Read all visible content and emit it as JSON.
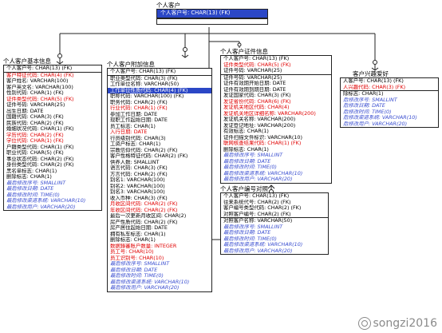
{
  "watermark": "songzi2016",
  "entities": {
    "main": {
      "title": "个人客户",
      "pk": "个人客户号: CHAR(13) (FK)"
    },
    "basic": {
      "title": "个人客户基本信息",
      "pk": "个人客户号: CHAR(13) (FK)",
      "rows": [
        {
          "t": "客户特征代码: CHAR(4) (FK)",
          "k": "fk"
        },
        {
          "t": "客户姓名: VARCHAR(100)",
          "k": ""
        },
        {
          "t": "客户英文名: VARCHAR(100)",
          "k": ""
        },
        {
          "t": "性别代码: CHAR(1) (FK)",
          "k": ""
        },
        {
          "t": "证件类型代码: CHAR(5) (FK)",
          "k": "fk"
        },
        {
          "t": "证件号码: VARCHAR(25)",
          "k": ""
        },
        {
          "t": "出生日期: DATE",
          "k": ""
        },
        {
          "t": "国籍代码: CHAR(3) (FK)",
          "k": ""
        },
        {
          "t": "民族代码: CHAR(2) (FK)",
          "k": ""
        },
        {
          "t": "婚姻状况代码: CHAR(1) (FK)",
          "k": ""
        },
        {
          "t": "学历代码: CHAR(2) (FK)",
          "k": "fk"
        },
        {
          "t": "学位代码: CHAR(1) (FK)",
          "k": "fk"
        },
        {
          "t": "户籍类型代码: CHAR(1) (FK)",
          "k": ""
        },
        {
          "t": "职业代码: CHAR(5) (FK)",
          "k": ""
        },
        {
          "t": "事业状态代码: CHAR(2) (FK)",
          "k": ""
        },
        {
          "t": "身份类型代码: CHAR(2) (FK)",
          "k": ""
        },
        {
          "t": "黑名单标志: CHAR(1)",
          "k": ""
        },
        {
          "t": "删除标志: CHAR(1)",
          "k": ""
        },
        {
          "t": "最后修改序号: SMALLINT",
          "k": "audit"
        },
        {
          "t": "最后修改日期: DATE",
          "k": "audit"
        },
        {
          "t": "最后修改时间: TIME(0)",
          "k": "audit"
        },
        {
          "t": "最后修改渠道系统: VARCHAR(10)",
          "k": "audit"
        },
        {
          "t": "最后修改用户: VARCHAR(20)",
          "k": "audit"
        }
      ]
    },
    "extra": {
      "title": "个人客户附加信息",
      "pk": "个人客户号: CHAR(13) (FK)",
      "rows": [
        {
          "t": "职业类型代码: CHAR(3) (FK)",
          "k": ""
        },
        {
          "t": "工作单位名称: VARCHAR(50)",
          "k": ""
        },
        {
          "t": "工作单位性质代码: CHAR(4) (FK)",
          "k": "hl"
        },
        {
          "t": "职称代码: VARCHAR(100) (FK)",
          "k": ""
        },
        {
          "t": "职务代码: CHAR(2) (FK)",
          "k": ""
        },
        {
          "t": "行业代码: CHAR(1) (FK)",
          "k": "fk"
        },
        {
          "t": "参加工作日期: DATE",
          "k": ""
        },
        {
          "t": "现职工作起始日期: DATE",
          "k": ""
        },
        {
          "t": "员工标志: CHAR(1)",
          "k": ""
        },
        {
          "t": "入行日期: DATE",
          "k": "fk"
        },
        {
          "t": "行员级别代码: CHAR(3)",
          "k": ""
        },
        {
          "t": "工资户标志: CHAR(1)",
          "k": ""
        },
        {
          "t": "宗教信仰代码: CHAR(2) (FK)",
          "k": ""
        },
        {
          "t": "客户性格特征代码: CHAR(2) (FK)",
          "k": ""
        },
        {
          "t": "供养人数: SMALLINT",
          "k": ""
        },
        {
          "t": "语言代码: CHAR(3) (FK)",
          "k": ""
        },
        {
          "t": "方言代码: CHAR(2) (FK)",
          "k": ""
        },
        {
          "t": "别名1: VARCHAR(100)",
          "k": ""
        },
        {
          "t": "别名2: VARCHAR(100)",
          "k": ""
        },
        {
          "t": "别名3: VARCHAR(100)",
          "k": ""
        },
        {
          "t": "收入币种: CHAR(3) (FK)",
          "k": ""
        },
        {
          "t": "月收区间代码: CHAR(2) (FK)",
          "k": "fk"
        },
        {
          "t": "年收区间代码: CHAR(2) (FK)",
          "k": "fk"
        },
        {
          "t": "最后一次更新月收区间: CHAR(2)",
          "k": ""
        },
        {
          "t": "房产性质代码: CHAR(2) (FK)",
          "k": ""
        },
        {
          "t": "房产居住起始日期: DATE",
          "k": ""
        },
        {
          "t": "拥有私车标志: CHAR(1)",
          "k": ""
        },
        {
          "t": "删除标志: CHAR(1)",
          "k": ""
        },
        {
          "t": "数据錄審账户数量: INTEGER",
          "k": "fk"
        },
        {
          "t": "员工号: CHAR(10)",
          "k": "fk"
        },
        {
          "t": "员工识别号: CHAR(10)",
          "k": "fk"
        },
        {
          "t": "最后修改序号: SMALLINT",
          "k": "audit"
        },
        {
          "t": "最后修改日期: DATE",
          "k": "audit"
        },
        {
          "t": "最后修改时间: TIME(0)",
          "k": "audit"
        },
        {
          "t": "最后修改渠道系统: VARCHAR(10)",
          "k": "audit"
        },
        {
          "t": "最后修改用户: VARCHAR(20)",
          "k": "audit"
        }
      ]
    },
    "cert": {
      "title": "个人客户证件信息",
      "pk": "个人客户号: CHAR(13) (FK)",
      "pk2": [
        {
          "t": "证件类型代码: CHAR(5) (FK)",
          "k": "fk"
        },
        {
          "t": "证件号码: VARCHAR(25)",
          "k": ""
        }
      ],
      "rows": [
        {
          "t": "证件号码: VARCHAR(25)",
          "k": ""
        },
        {
          "t": "证件有效期开始日期: DATE",
          "k": ""
        },
        {
          "t": "证件有效期到期日期: DATE",
          "k": ""
        },
        {
          "t": "发证国家代码: CHAR(3) (FK)",
          "k": ""
        },
        {
          "t": "发证省份代码: CHAR(6) (FK)",
          "k": "fk"
        },
        {
          "t": "发证机关地区代码: CHAR(4)",
          "k": "fk"
        },
        {
          "t": "发证机关地区详细名称: VARCHAR(200)",
          "k": "fk"
        },
        {
          "t": "发证机关名称: VARCHAR(200)",
          "k": ""
        },
        {
          "t": "发证登记地址: VARCHAR(200)",
          "k": ""
        },
        {
          "t": "有效标志: CHAR(1)",
          "k": ""
        },
        {
          "t": "证件扫描文件标识: VARCHAR(10)",
          "k": ""
        },
        {
          "t": "联网核查结果代码: CHAR(1) (FK)",
          "k": "fk"
        },
        {
          "t": "删除标志: CHAR(1)",
          "k": ""
        },
        {
          "t": "最后修改序号: SMALLINT",
          "k": "audit"
        },
        {
          "t": "最后修改日期: DATE",
          "k": "audit"
        },
        {
          "t": "最后修改时间: TIME(0)",
          "k": "audit"
        },
        {
          "t": "最后修改渠道系统: VARCHAR(10)",
          "k": "audit"
        },
        {
          "t": "最后修改用户: VARCHAR(20)",
          "k": "audit"
        }
      ]
    },
    "interest": {
      "title": "客户兴趣爱好",
      "pk": "人客户号: CHAR(13) (FK)",
      "pk2": [
        {
          "t": "人兴趣代码: CHAR(3) (FK)",
          "k": "fk"
        }
      ],
      "rows": [
        {
          "t": "除标志: CHAR(1)",
          "k": ""
        },
        {
          "t": "后修改序号: SMALLINT",
          "k": "audit"
        },
        {
          "t": "后修改日期: DATE",
          "k": "audit"
        },
        {
          "t": "后修改时间: TIME(0)",
          "k": "audit"
        },
        {
          "t": "后修改渠道系统: VARCHAR(10)",
          "k": "audit"
        },
        {
          "t": "后修改用户: VARCHAR(20)",
          "k": "audit"
        }
      ]
    },
    "mapping": {
      "title": "个人客户编号对照",
      "pk": "个人客户号: CHAR(13) (FK)",
      "pk2": [
        {
          "t": "往来系统代号: CHAR(2) (FK)",
          "k": ""
        },
        {
          "t": "客户编号类型代码: CHAR(2) (FK)",
          "k": ""
        },
        {
          "t": "对照客户编号: CHAR(2) (FK)",
          "k": ""
        }
      ],
      "rows": [
        {
          "t": "对照客户名称: VARCHAR(50)",
          "k": ""
        },
        {
          "t": "最后修改序号: SMALLINT",
          "k": "audit"
        },
        {
          "t": "最后修改日期: DATE",
          "k": "audit"
        },
        {
          "t": "最后修改时间: TIME(0)",
          "k": "audit"
        },
        {
          "t": "最后修改渠道系统: VARCHAR(10)",
          "k": "audit"
        },
        {
          "t": "最后修改用户: VARCHAR(20)",
          "k": "audit"
        }
      ]
    }
  }
}
